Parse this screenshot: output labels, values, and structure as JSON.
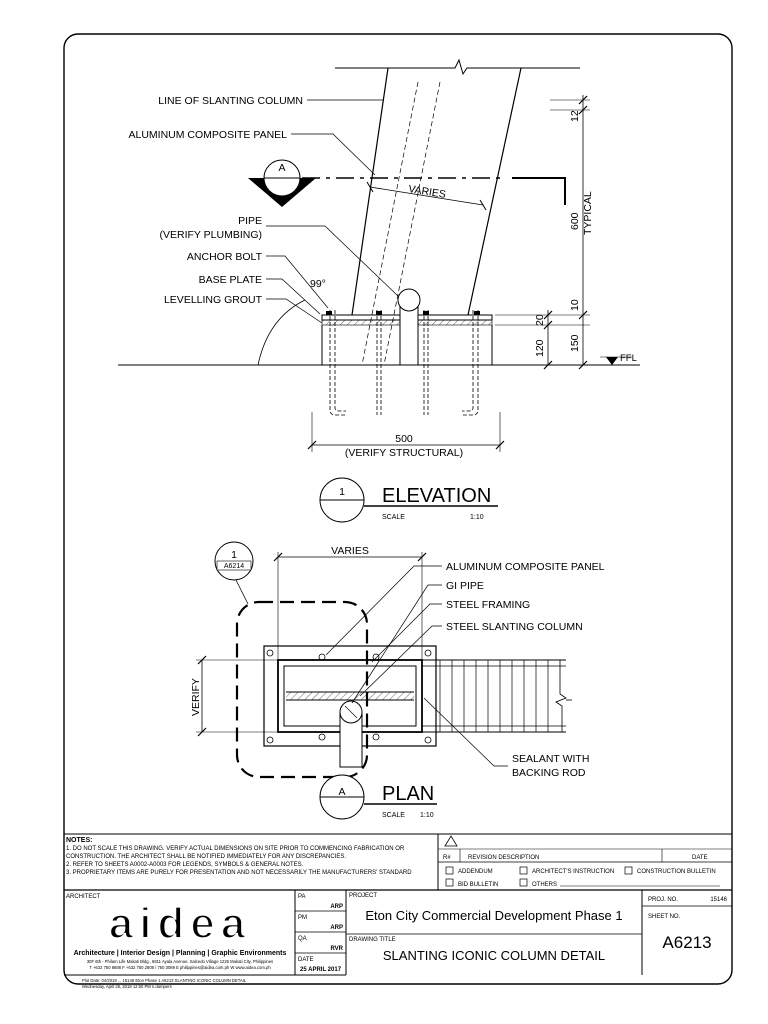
{
  "elevation": {
    "labels": {
      "slanting_column": "LINE OF SLANTING COLUMN",
      "acp": "ALUMINUM COMPOSITE PANEL",
      "pipe": "PIPE",
      "pipe_note": "(VERIFY PLUMBING)",
      "anchor_bolt": "ANCHOR BOLT",
      "base_plate": "BASE PLATE",
      "grout": "LEVELLING GROUT"
    },
    "section_marker": "A",
    "dims": {
      "varies": "VARIES",
      "d12": "12",
      "d600": "600",
      "typical": "TYPICAL",
      "d10": "10",
      "d20": "20",
      "d150": "150",
      "d120": "120",
      "angle": "99°",
      "ffl": "FFL",
      "d500": "500",
      "verify_structural": "(VERIFY STRUCTURAL)"
    },
    "title": {
      "number": "1",
      "name": "ELEVATION",
      "scale_label": "SCALE",
      "scale_value": "1:10"
    }
  },
  "plan": {
    "callout": {
      "number": "1",
      "sheet": "A6214"
    },
    "dims": {
      "varies": "VARIES",
      "verify": "VERIFY"
    },
    "labels": {
      "acp": "ALUMINUM COMPOSITE PANEL",
      "gi_pipe": "GI PIPE",
      "steel_framing": "STEEL FRAMING",
      "steel_column": "STEEL SLANTING COLUMN",
      "sealant_1": "SEALANT WITH",
      "sealant_2": "BACKING ROD"
    },
    "title": {
      "marker": "A",
      "name": "PLAN",
      "scale_label": "SCALE",
      "scale_value": "1:10"
    }
  },
  "notes": {
    "heading": "NOTES:",
    "lines": [
      "1.  DO NOT SCALE THIS DRAWING. VERIFY ACTUAL DIMENSIONS ON SITE PRIOR TO COMMENCING FABRICATION OR",
      "     CONSTRUCTION. THE ARCHITECT SHALL BE NOTIFIED IMMEDIATELY FOR ANY DISCREPANCIES.",
      "2.  REFER TO SHEETS A0002-A0003 FOR LEGENDS, SYMBOLS & GENERAL NOTES.",
      "3.  PROPRIETARY ITEMS  ARE PURELY FOR PRESENTATION  AND NOT NECESSARILY THE MANUFACTURERS' STANDARD"
    ]
  },
  "revision": {
    "no_label": "R#",
    "desc_label": "REVISION DESCRIPTION",
    "date_label": "DATE",
    "options": [
      "ADDENDUM",
      "ARCHITECT'S INSTRUCTION",
      "CONSTRUCTION BULLETIN",
      "BID BULLETIN",
      "OTHERS"
    ]
  },
  "titleblock": {
    "architect_label": "ARCHITECT",
    "logo": "aidea",
    "tagline": "Architecture | Interior Design | Planning | Graphic Environments",
    "address_1": "30F 6th - Philam Life Makati Bldg., 6811 Ayala Avenue, Salcedo Village 1226 Makati City, Philippines",
    "address_2": "T +632 750 8688  F +632 750 2808 / 750 3089  E philippines@aidea.com.ph  W www.aidea.com.ph",
    "pa_label": "PA",
    "pa_value": "ARP",
    "pm_label": "PM",
    "pm_value": "ARP",
    "qa_label": "QA",
    "qa_value": "RVR",
    "date_label": "DATE",
    "date_value": "25 APRIL 2017",
    "project_label": "PROJECT",
    "project_value": "Eton City Commercial Development Phase 1",
    "drawing_title_label": "DRAWING TITLE",
    "drawing_title_value": "SLANTING ICONIC COLUMN DETAIL",
    "proj_no_label": "PROJ. NO.",
    "proj_no_value": "15146",
    "sheet_no_label": "SHEET NO.",
    "sheet_no_value": "A6213"
  },
  "footer": {
    "line1": "Plot Date: 04/2019 ... 15146 Eton Phase 1 A6213 SLANTING ICONIC COLUMN DETAIL",
    "line2": "Wednesday, April 25, 2018    12:50 PM    n.dampers"
  }
}
